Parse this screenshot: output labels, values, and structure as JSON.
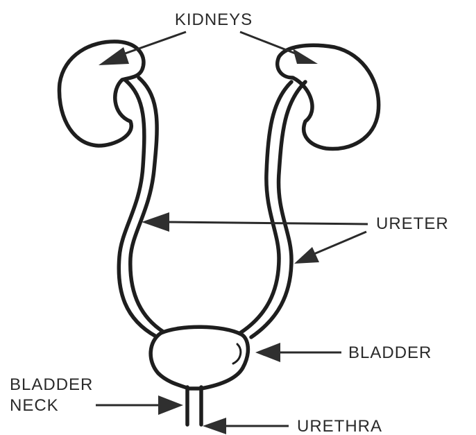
{
  "labels": {
    "kidneys": "KIDNEYS",
    "ureter": "URETER",
    "bladder": "BLADDER",
    "bladder_neck_line1": "BLADDER",
    "bladder_neck_line2": "NECK",
    "urethra": "URETHRA"
  }
}
